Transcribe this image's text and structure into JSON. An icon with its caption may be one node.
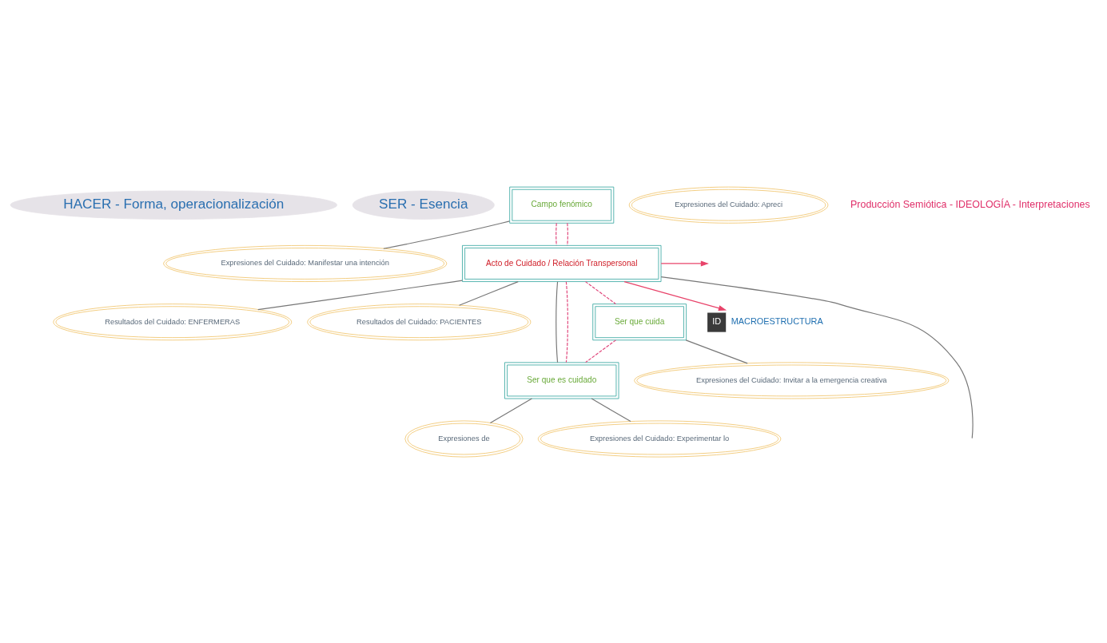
{
  "diagram": {
    "nodes": [
      {
        "text": [
          "HACER - Forma, operacionalización"
        ]
      },
      {
        "text": [
          "SER - Esencia"
        ]
      },
      {
        "text": [
          "Expresiones del Cuidado: Manifestar una intención"
        ]
      },
      {
        "text": [
          "Resultados del Cuidado: ENFERMERAS"
        ]
      },
      {
        "text": [
          "Campo fenómico"
        ]
      },
      {
        "text": [
          "Expresiones del Cuidado: Apreci"
        ]
      },
      {
        "text": [
          "Acto de Cuidado / Relación Transpersonal"
        ]
      },
      {
        "text": [
          "Resultados del Cuidado: PACIENTES"
        ]
      },
      {
        "text": [
          "Ser que cuida"
        ]
      },
      {
        "text": [
          "Ser que es cuidado"
        ]
      },
      {
        "text": [
          "Expresiones de"
        ]
      },
      {
        "text": [
          "Expresiones del Cuidado: Invitar a la emergencia creativa"
        ]
      },
      {
        "text": [
          "Expresiones del Cuidado: Experimentar lo"
        ]
      },
      {
        "text": [
          "ID",
          "MACROESTRUCTURA"
        ]
      }
    ],
    "edges": [
      {
        "from": 4,
        "to": 2,
        "arrow": "none"
      },
      {
        "from": 6,
        "to": 3,
        "arrow": "none"
      },
      {
        "from": 6,
        "to": 7,
        "arrow": "none"
      },
      {
        "from": 6,
        "to": null,
        "arrow": "none"
      },
      {
        "from": 6,
        "to": 9,
        "arrow": "none"
      },
      {
        "from": 9,
        "to": 10,
        "arrow": "none"
      },
      {
        "from": 4,
        "to": 6,
        "arrow": "none",
        "style": "dashed",
        "color": "#e0457a"
      },
      {
        "from": 4,
        "to": 6,
        "arrow": "none",
        "style": "dashed",
        "color": "#e0457a"
      },
      {
        "from": 6,
        "to": 8,
        "arrow": "none",
        "style": "dashed",
        "color": "#e0457a"
      },
      {
        "from": 6,
        "to": 9,
        "arrow": "none",
        "style": "dashed",
        "color": "#e0457a"
      },
      {
        "from": 8,
        "to": 9,
        "arrow": "none",
        "style": "dashed",
        "color": "#e0457a"
      },
      {
        "from": 8,
        "to": 11,
        "arrow": "none"
      },
      {
        "from": 9,
        "to": 12,
        "arrow": "none"
      },
      {
        "from": 6,
        "to": null,
        "arrow": "to",
        "color": "#e8436a"
      },
      {
        "from": 6,
        "to": 13,
        "arrow": "to",
        "color": "#e8436a"
      }
    ],
    "labels": [
      "Producción Semiótica - IDEOLOGÍA - Interpretaciones"
    ]
  }
}
